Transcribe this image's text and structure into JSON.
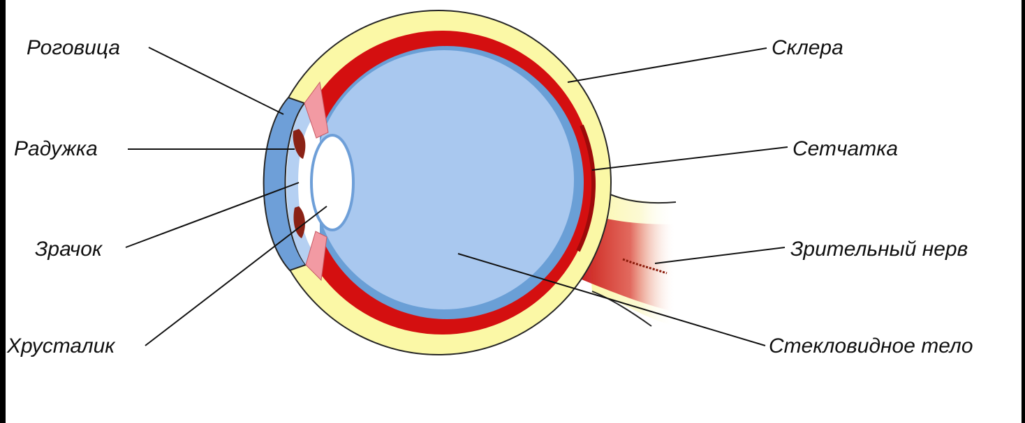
{
  "labels": {
    "cornea": "Роговица",
    "iris": "Радужка",
    "pupil": "Зрачок",
    "lens": "Хрусталик",
    "sclera": "Склера",
    "retina": "Сетчатка",
    "optic_nerve": "Зрительный нерв",
    "vitreous_body": "Стекловидное тело"
  },
  "colors": {
    "background": "#ffffff",
    "frame": "#000000",
    "sclera": "#fbf8a6",
    "outline": "#262626",
    "choroid": "#d40f10",
    "choroid_dark": "#9e0a0a",
    "retina": "#6a9fd6",
    "vitreous": "#a9c8ef",
    "cornea": "#6e9fd8",
    "aqueous": "#b5d0f2",
    "iris": "#8a2216",
    "ciliary_body": "#f29aa3",
    "lens": "#ffffff",
    "optic_nerve": "#c81616",
    "leader_line": "#111111"
  }
}
